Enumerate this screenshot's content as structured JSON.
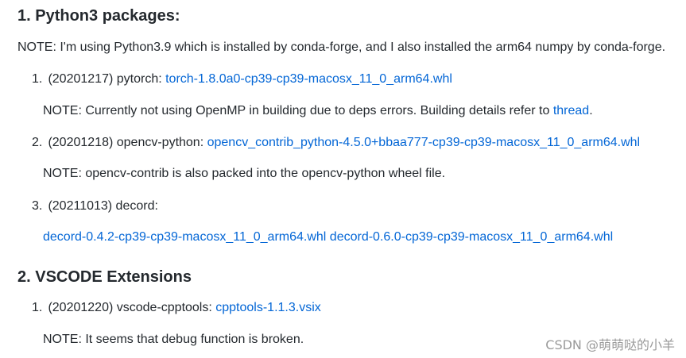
{
  "section1": {
    "heading": "1. Python3 packages:",
    "note": "NOTE: I'm using Python3.9 which is installed by conda-forge, and I also installed the arm64 numpy by conda-forge.",
    "items": [
      {
        "number": "1.",
        "prefix": "(20201217) pytorch: ",
        "link": "torch-1.8.0a0-cp39-cp39-macosx_11_0_arm64.whl",
        "note_before": "NOTE: Currently not using OpenMP in building due to deps errors. Building details refer to ",
        "note_link": "thread",
        "note_after": "."
      },
      {
        "number": "2.",
        "prefix": "(20201218) opencv-python: ",
        "link": "opencv_contrib_python-4.5.0+bbaa777-cp39-cp39-macosx_11_0_arm64.whl",
        "note": "NOTE: opencv-contrib is also packed into the opencv-python wheel file."
      },
      {
        "number": "3.",
        "prefix": "(20211013) decord:",
        "link1": "decord-0.4.2-cp39-cp39-macosx_11_0_arm64.whl",
        "link2": "decord-0.6.0-cp39-cp39-macosx_11_0_arm64.whl"
      }
    ]
  },
  "section2": {
    "heading": "2. VSCODE Extensions",
    "items": [
      {
        "number": "1.",
        "prefix": "(20201220) vscode-cpptools: ",
        "link": "cpptools-1.1.3.vsix",
        "note": "NOTE: It seems that debug function is broken."
      }
    ]
  },
  "watermark": "CSDN @萌萌哒的小羊",
  "colors": {
    "text": "#24292e",
    "link": "#0366d6",
    "watermark": "#9a9a9a"
  }
}
